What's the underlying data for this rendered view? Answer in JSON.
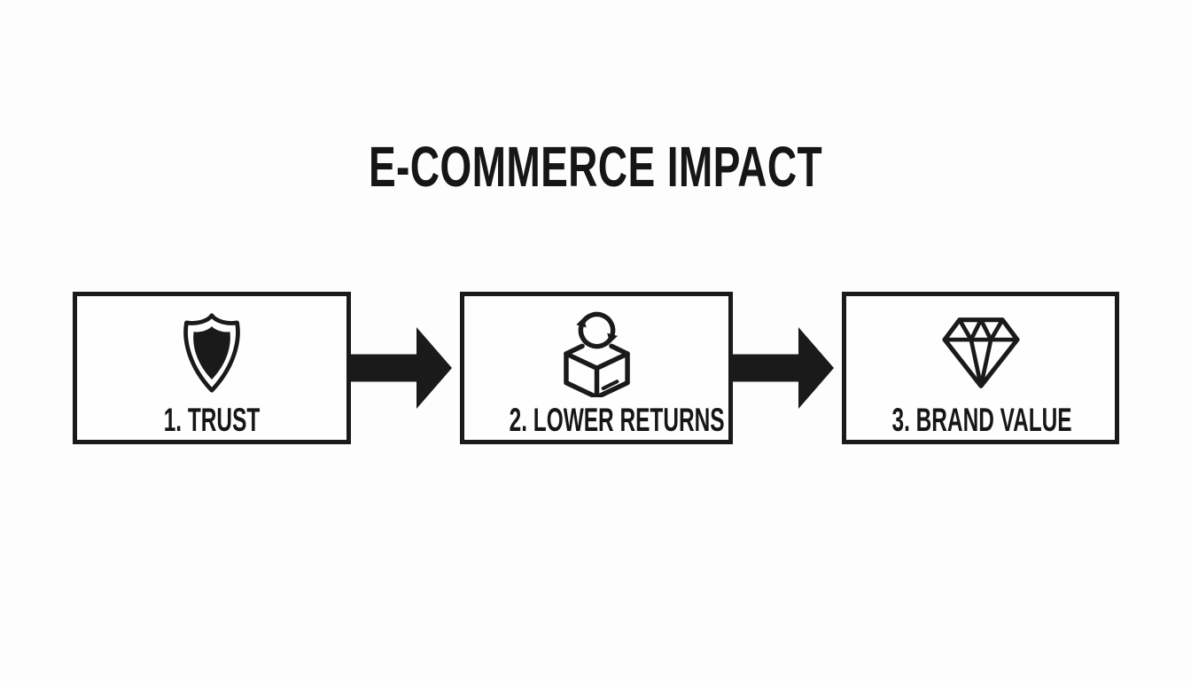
{
  "title": "E-COMMERCE IMPACT",
  "colors": {
    "ink": "#1a1a1a",
    "background": "#fdfdfd",
    "box_background": "#fefefe"
  },
  "steps": [
    {
      "label": "1. TRUST",
      "icon": "shield-icon"
    },
    {
      "label": "2. LOWER RETURNS",
      "icon": "returns-cycle-box-icon"
    },
    {
      "label": "3. BRAND VALUE",
      "icon": "diamond-icon"
    }
  ],
  "connectors": [
    {
      "type": "arrow-right"
    },
    {
      "type": "arrow-right"
    }
  ]
}
